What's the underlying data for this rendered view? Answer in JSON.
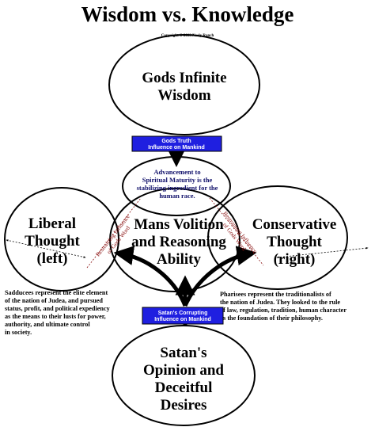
{
  "title": "Wisdom vs. Knowledge",
  "copyright": "Copyright © 2003 Neely Ranch",
  "top_circle": [
    "Gods Infinite",
    "Wisdom"
  ],
  "truth_box": [
    "Gods Truth",
    "Influence on Mankind"
  ],
  "spiritual_text": [
    "Advancement to",
    "Spiritual Maturity is the",
    "stabilizing ingredient for the",
    "human race."
  ],
  "left_circle": [
    "Liberal",
    "Thought",
    "(left)"
  ],
  "center_circle": [
    "Mans Volition",
    "and Reasoning",
    "Ability"
  ],
  "right_circle": [
    "Conservative",
    "Thought",
    "(right)"
  ],
  "restrain_left": [
    "Restraining Influence",
    "of Gods Word"
  ],
  "restrain_right": [
    "Restraining Influence",
    "of Gods Word"
  ],
  "corrupt_box": [
    "Satan's Corrupting",
    "Influence on Mankind"
  ],
  "bottom_circle": [
    "Satan's",
    "Opinion and",
    "Deceitful",
    "Desires"
  ],
  "sadducees": [
    "Sadducees represent the elite element",
    "of the nation of Judea, and pursued",
    "status, profit, and political expediency",
    "as the means to their lusts for power,",
    "authority, and ultimate control",
    "in society."
  ],
  "pharisees": [
    "Pharisees represent the traditionalists of",
    "the nation of Judea.  They looked to the rule",
    "of law, regulation, tradition, human character",
    "as the foundation of their philosophy."
  ],
  "colors": {
    "box_fill": "#1f1fe0",
    "circle_stroke": "#000000",
    "restrain_text": "#8a1010",
    "spiritual_text": "#10106a"
  }
}
